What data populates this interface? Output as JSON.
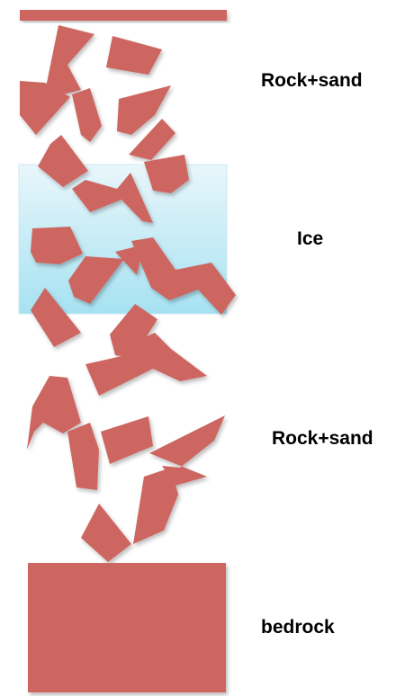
{
  "colors": {
    "rock": "#cd6660",
    "ice_top": "#e9f6fb",
    "ice_bottom": "#a6e2f2",
    "ice_border": "#cdeaf3",
    "label_text": "#000000"
  },
  "layers": [
    {
      "id": "rock-sand-upper",
      "label": "Rock+sand"
    },
    {
      "id": "ice",
      "label": "Ice"
    },
    {
      "id": "rock-sand-lower",
      "label": "Rock+sand"
    },
    {
      "id": "bedrock",
      "label": "bedrock"
    }
  ]
}
